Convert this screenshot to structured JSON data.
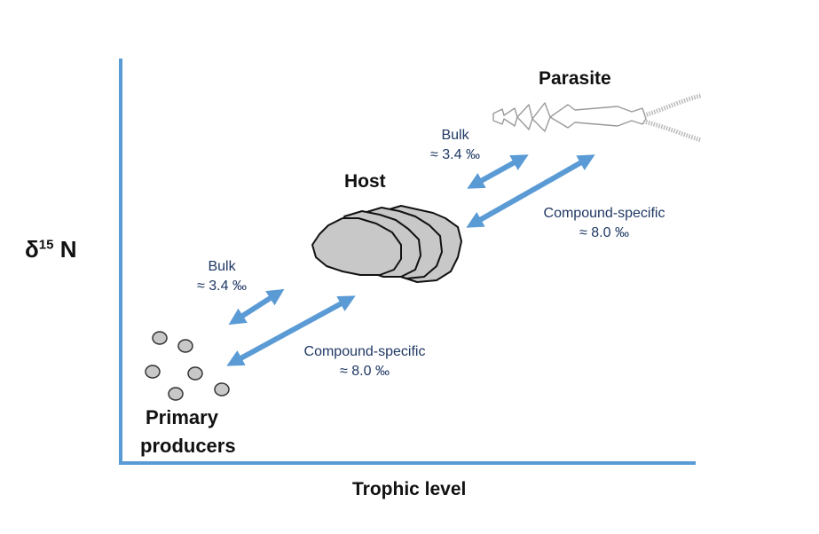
{
  "axes": {
    "y_label_symbol": "δ",
    "y_label_superscript": "15",
    "y_label_element": " N",
    "x_label": "Trophic level",
    "axis_color": "#5b9bd5"
  },
  "nodes": {
    "primary_producers": {
      "line1": "Primary",
      "line2": "producers"
    },
    "host": {
      "label": "Host"
    },
    "parasite": {
      "label": "Parasite"
    }
  },
  "arrows": {
    "lower_bulk": {
      "label": "Bulk",
      "value": "≈ 3.4 ‰"
    },
    "lower_compound": {
      "label": "Compound-specific",
      "value": "≈ 8.0 ‰"
    },
    "upper_bulk": {
      "label": "Bulk",
      "value": "≈ 3.4 ‰"
    },
    "upper_compound": {
      "label": "Compound-specific",
      "value": "≈ 8.0 ‰"
    },
    "arrow_color": "#5b9bd5"
  },
  "colors": {
    "text_blue": "#1f3864",
    "dot_fill": "#c8c8c8",
    "host_fill": "#c8c8c8"
  }
}
